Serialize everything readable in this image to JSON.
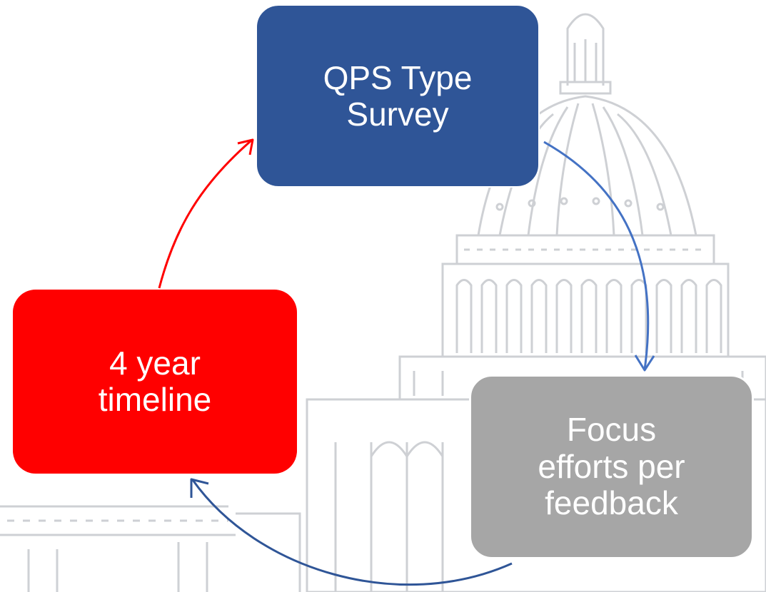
{
  "diagram": {
    "nodes": [
      {
        "id": "survey",
        "label": "QPS Type\nSurvey",
        "color": "#2f5597"
      },
      {
        "id": "timeline",
        "label": "4 year\ntimeline",
        "color": "#ff0000"
      },
      {
        "id": "focus",
        "label": "Focus\nefforts per\nfeedback",
        "color": "#a6a6a6"
      }
    ],
    "edges": [
      {
        "from": "survey",
        "to": "focus",
        "color": "#4472c4"
      },
      {
        "from": "focus",
        "to": "timeline",
        "color": "#2f5597"
      },
      {
        "from": "timeline",
        "to": "survey",
        "color": "#ff0000"
      }
    ]
  },
  "backdrop": {
    "subject": "capitol-dome-watermark",
    "color": "#c9ccd0"
  }
}
